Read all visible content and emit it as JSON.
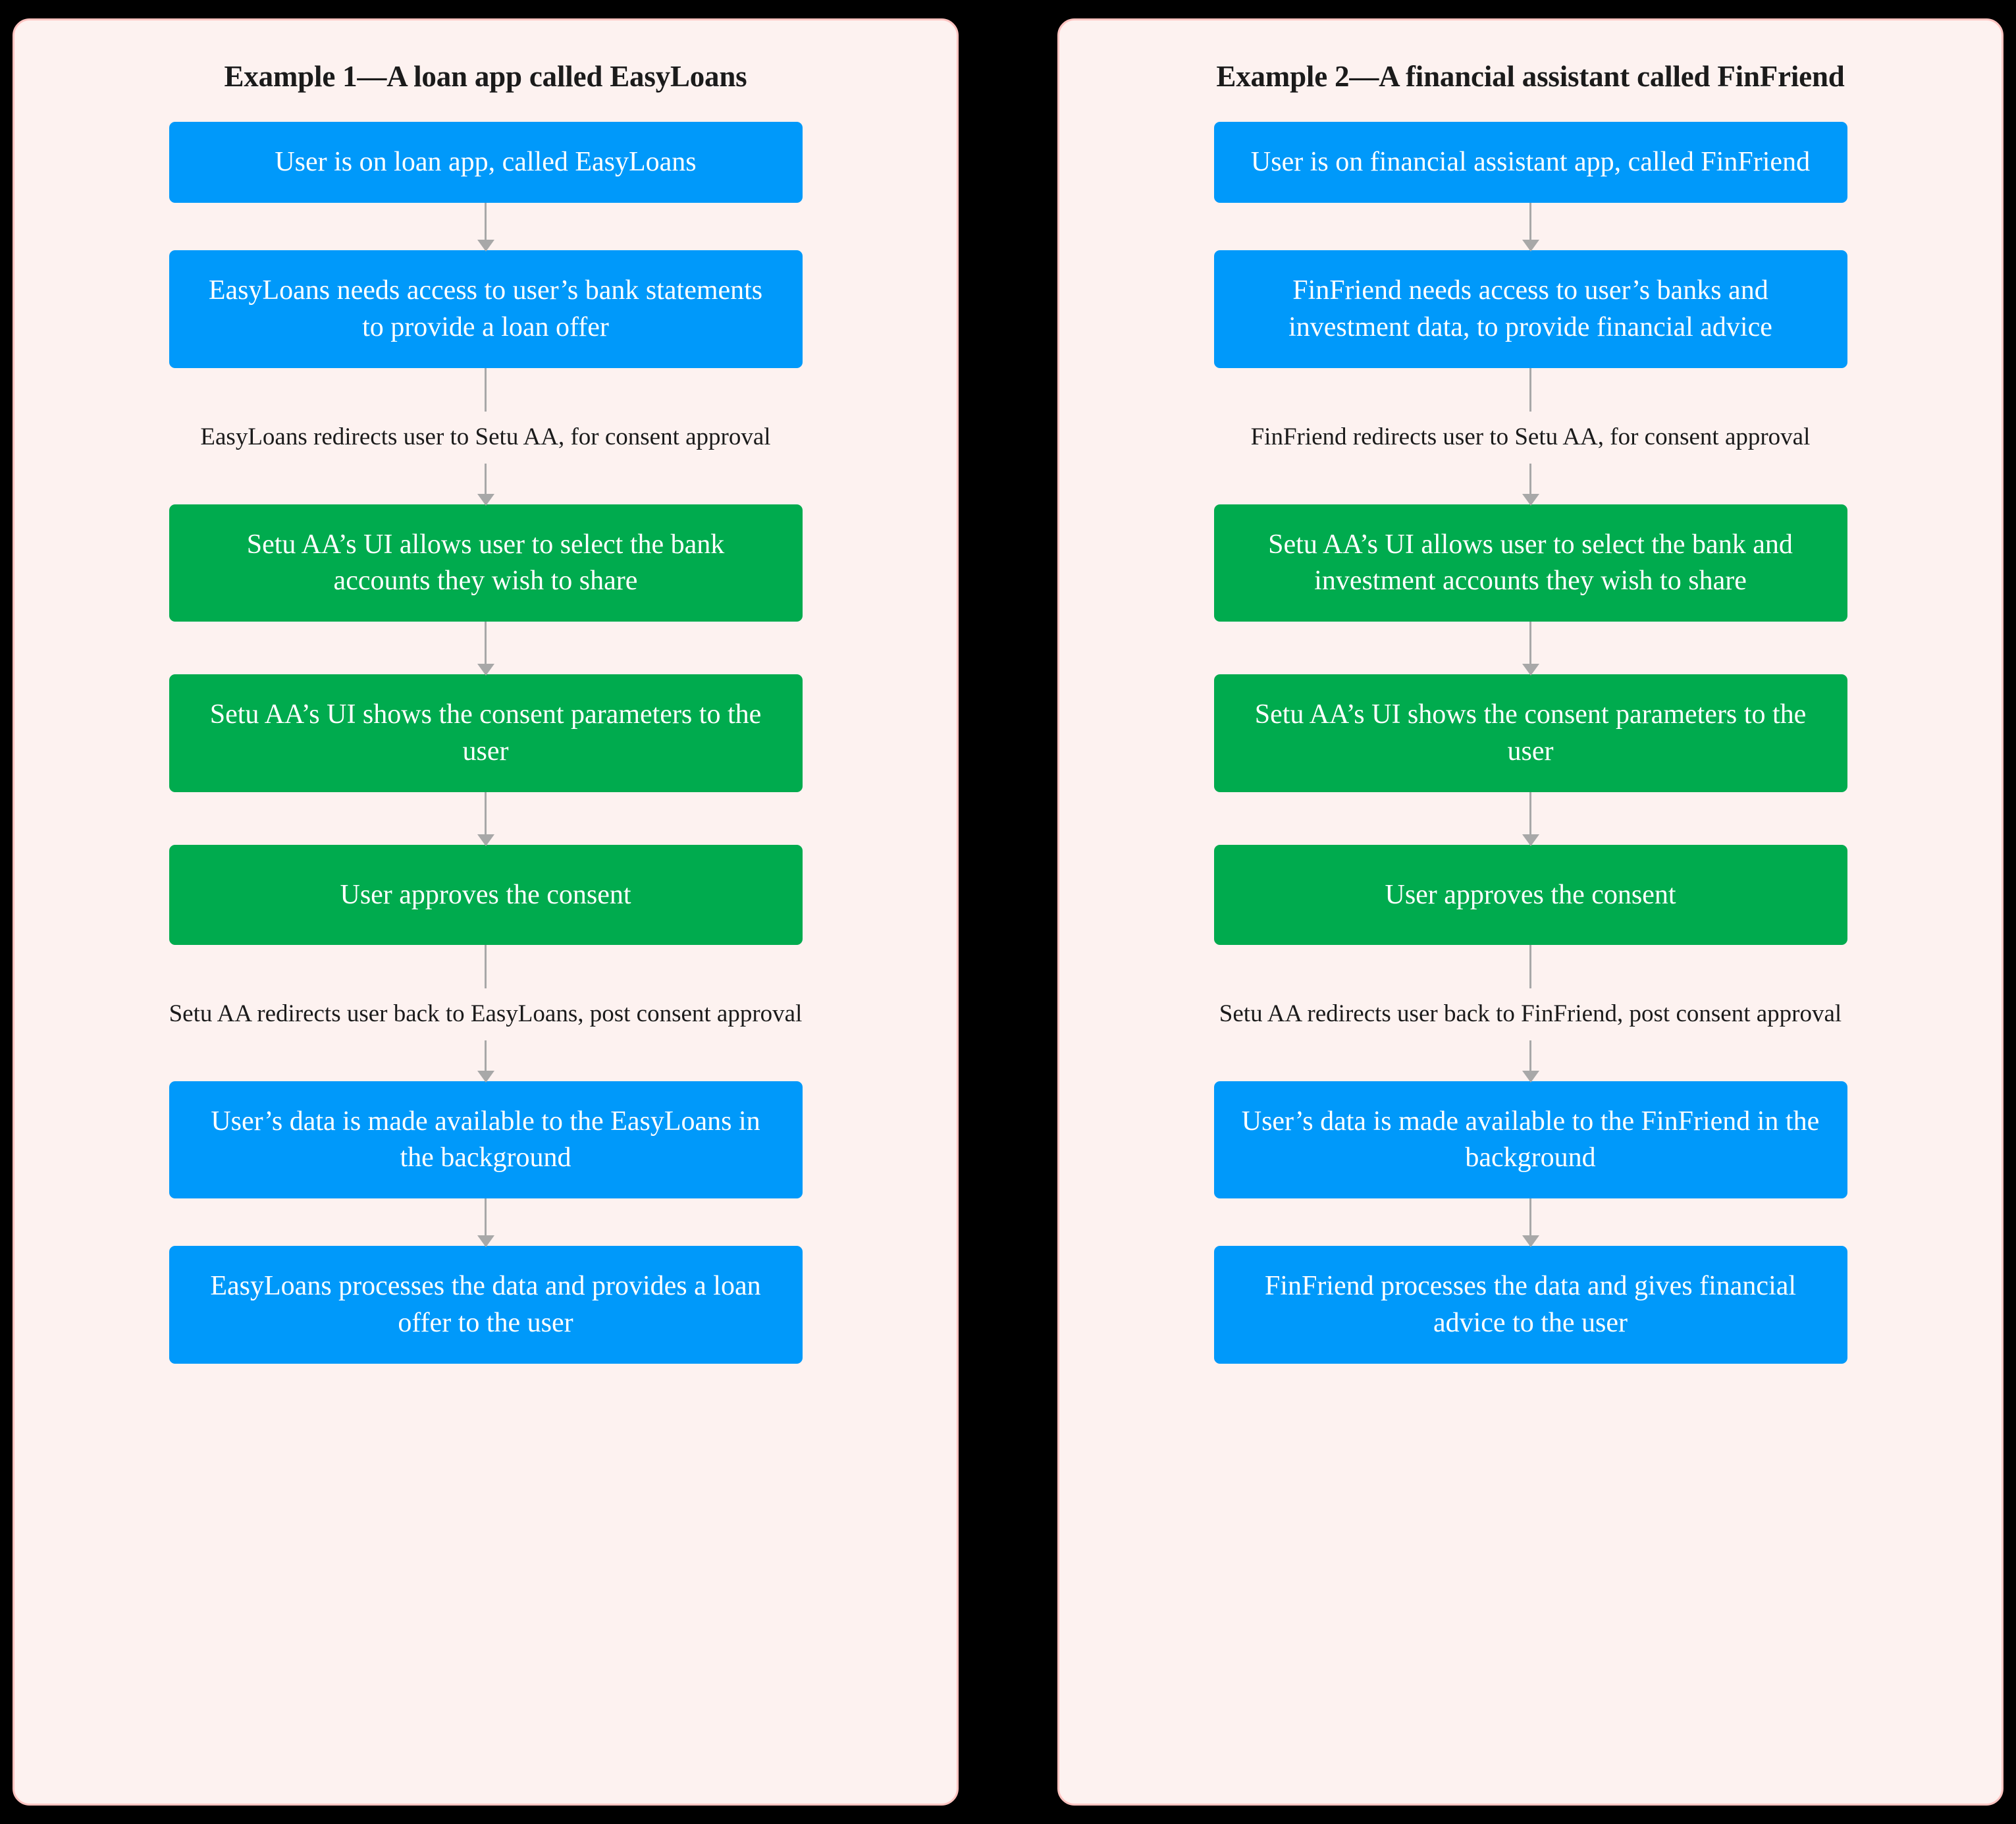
{
  "page": {
    "background_color": "#000000",
    "card_background": "#FDF2F0",
    "card_border_color": "#FFC3C0",
    "blue_color": "#0099FA",
    "green_color": "#00AB4E",
    "connector_color": "#A8A8A8",
    "text_dark": "#1B1B1B",
    "text_light": "#FFFFFF"
  },
  "columns": [
    {
      "title": "Example 1—A loan app called EasyLoans",
      "steps": [
        {
          "kind": "node",
          "color": "blue",
          "lines": 2,
          "text": "User is on loan app, called EasyLoans"
        },
        {
          "kind": "connector",
          "arrow": true
        },
        {
          "kind": "node",
          "color": "blue",
          "lines": 3,
          "text": "EasyLoans needs access to user’s bank statements to provide a loan offer"
        },
        {
          "kind": "connector",
          "arrow": false
        },
        {
          "kind": "label",
          "text": "EasyLoans redirects user to Setu AA, for consent approval"
        },
        {
          "kind": "connector",
          "arrow": true
        },
        {
          "kind": "node",
          "color": "green",
          "lines": 2,
          "text": "Setu AA’s UI allows user to select the bank accounts they wish to share"
        },
        {
          "kind": "connector",
          "arrow": true
        },
        {
          "kind": "node",
          "color": "green",
          "lines": 2,
          "text": "Setu AA’s UI shows the consent parameters to the user"
        },
        {
          "kind": "connector",
          "arrow": true
        },
        {
          "kind": "node",
          "color": "green",
          "lines": 1,
          "text": "User approves the consent"
        },
        {
          "kind": "connector",
          "arrow": false
        },
        {
          "kind": "label",
          "text": "Setu AA redirects user back to EasyLoans, post consent approval"
        },
        {
          "kind": "connector",
          "arrow": true
        },
        {
          "kind": "node",
          "color": "blue",
          "lines": 2,
          "text": "User’s data is made available to the EasyLoans in the background"
        },
        {
          "kind": "connector",
          "arrow": true
        },
        {
          "kind": "node",
          "color": "blue",
          "lines": 2,
          "text": "EasyLoans processes the data and provides a loan offer to the user"
        }
      ]
    },
    {
      "title": "Example 2—A financial assistant called FinFriend",
      "steps": [
        {
          "kind": "node",
          "color": "blue",
          "lines": 2,
          "text": "User is on financial assistant app, called FinFriend"
        },
        {
          "kind": "connector",
          "arrow": true
        },
        {
          "kind": "node",
          "color": "blue",
          "lines": 3,
          "text": "FinFriend needs access to user’s banks and investment data, to provide financial advice"
        },
        {
          "kind": "connector",
          "arrow": false
        },
        {
          "kind": "label",
          "text": "FinFriend redirects user to Setu AA, for consent approval"
        },
        {
          "kind": "connector",
          "arrow": true
        },
        {
          "kind": "node",
          "color": "green",
          "lines": 3,
          "text": "Setu AA’s UI allows user to select the bank and investment accounts they wish to share"
        },
        {
          "kind": "connector",
          "arrow": true
        },
        {
          "kind": "node",
          "color": "green",
          "lines": 2,
          "text": "Setu AA’s UI shows the consent parameters to the user"
        },
        {
          "kind": "connector",
          "arrow": true
        },
        {
          "kind": "node",
          "color": "green",
          "lines": 1,
          "text": "User approves the consent"
        },
        {
          "kind": "connector",
          "arrow": false
        },
        {
          "kind": "label",
          "text": "Setu AA redirects user back to FinFriend, post consent approval"
        },
        {
          "kind": "connector",
          "arrow": true
        },
        {
          "kind": "node",
          "color": "blue",
          "lines": 2,
          "text": "User’s data is made available to the FinFriend in the background"
        },
        {
          "kind": "connector",
          "arrow": true
        },
        {
          "kind": "node",
          "color": "blue",
          "lines": 2,
          "text": "FinFriend processes the data and gives financial advice to the user"
        }
      ]
    }
  ]
}
